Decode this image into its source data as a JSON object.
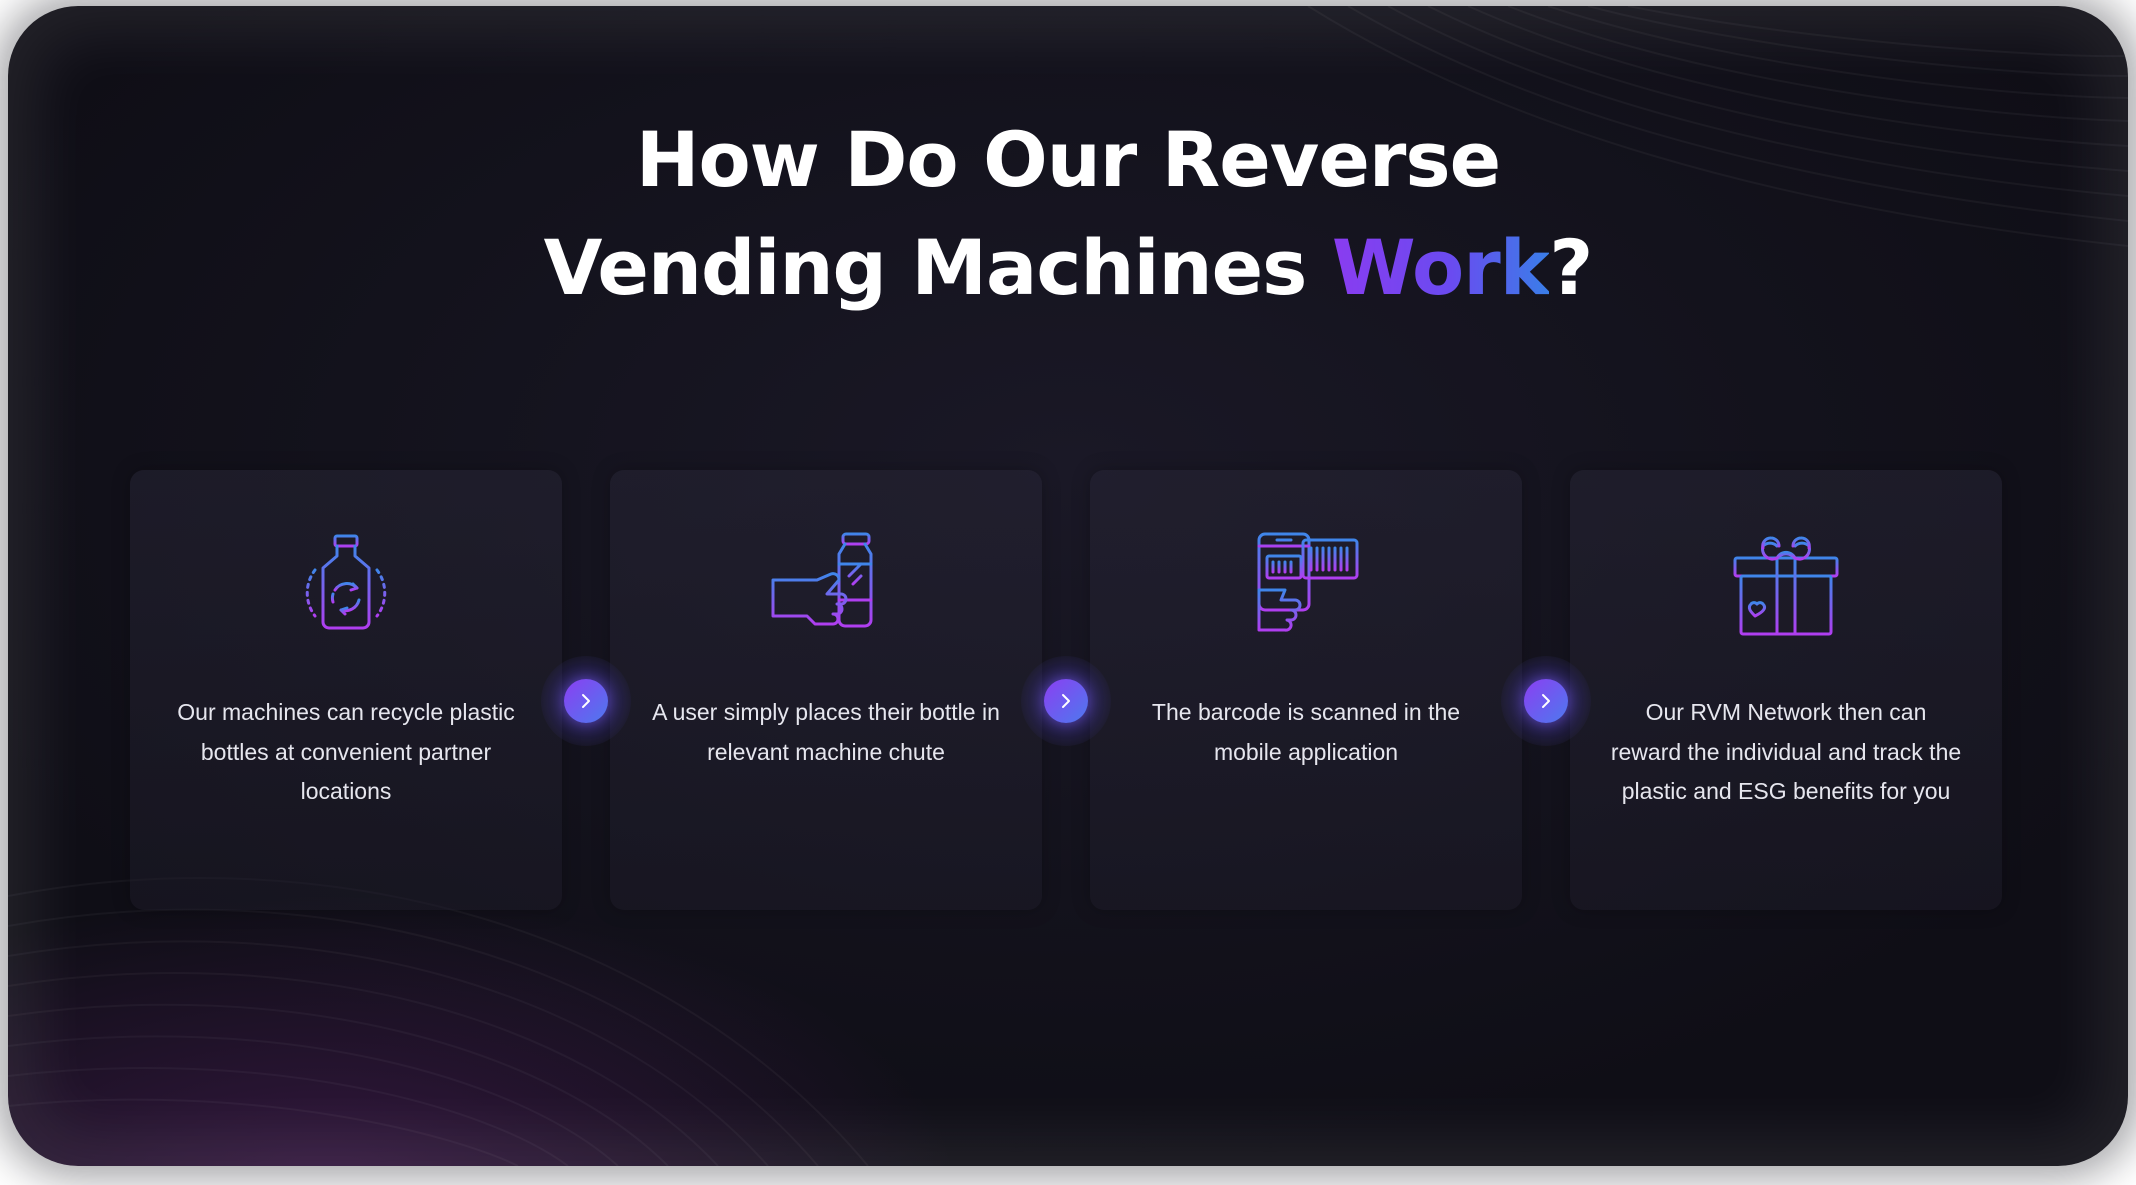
{
  "title": {
    "line1": "How Do Our Reverse",
    "line2_prefix": "Vending Machines ",
    "line2_accent": "Work",
    "line2_suffix": "?"
  },
  "accent_colors": {
    "purple": "#8a3cf0",
    "blue": "#3a7ee8"
  },
  "steps": [
    {
      "icon": "recycle-bottle-icon",
      "text": "Our machines can recycle plastic bottles at convenient partner locations"
    },
    {
      "icon": "hand-bottle-icon",
      "text": "A user simply places their bottle in relevant machine chute"
    },
    {
      "icon": "barcode-scan-phone-icon",
      "text": "The barcode is scanned in the mobile application"
    },
    {
      "icon": "gift-box-icon",
      "text": "Our RVM Network then can reward the individual and track the plastic and ESG benefits for you"
    }
  ],
  "arrows": [
    {
      "icon": "chevron-right-icon"
    },
    {
      "icon": "chevron-right-icon"
    },
    {
      "icon": "chevron-right-icon"
    }
  ]
}
